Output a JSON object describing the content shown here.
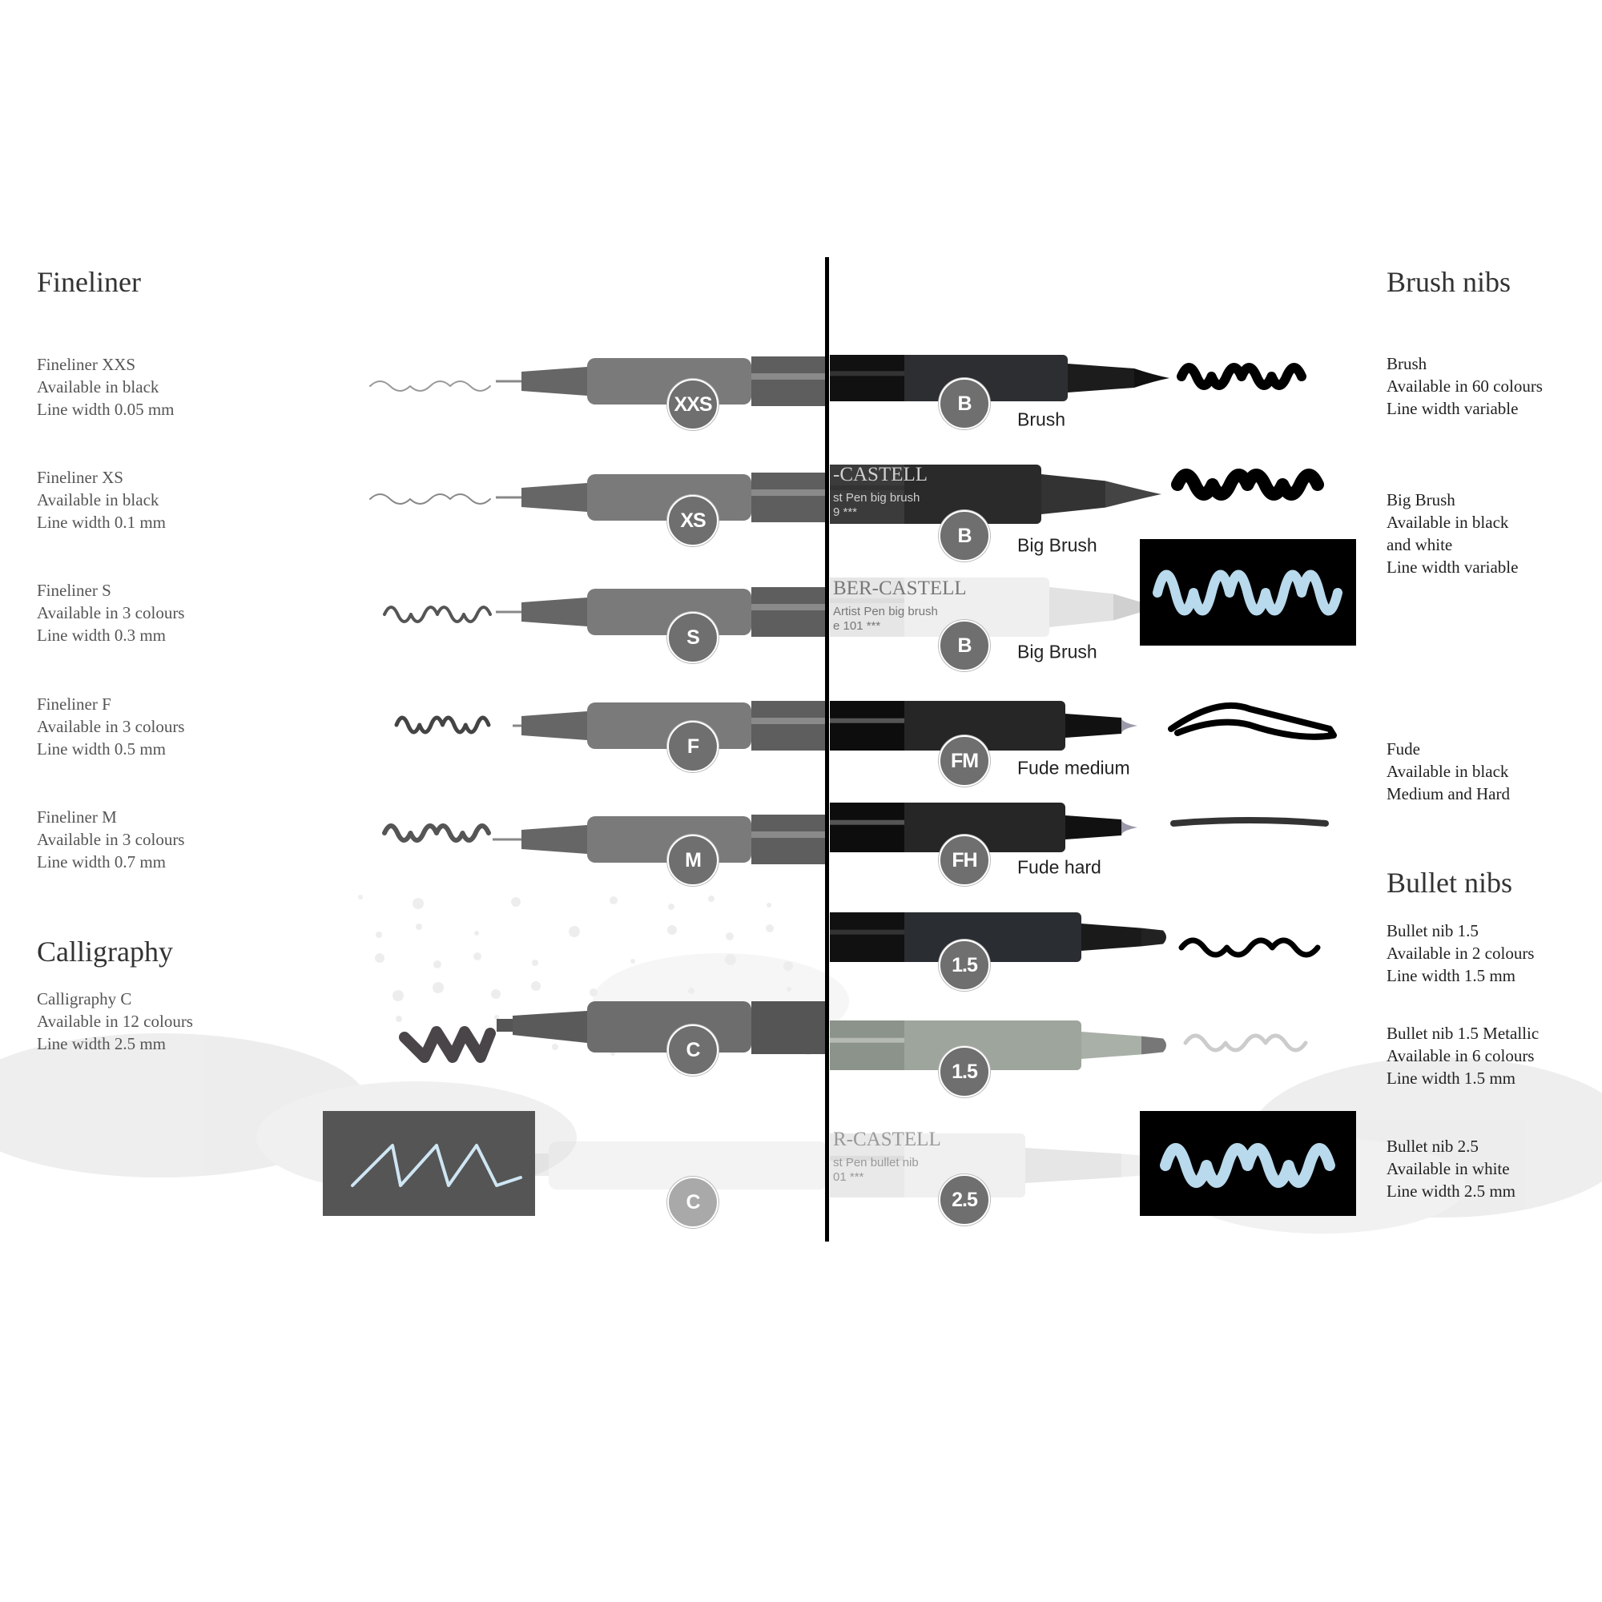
{
  "left": {
    "fineliner_heading": "Fineliner",
    "calligraphy_heading": "Calligraphy",
    "items": [
      {
        "lines": [
          "Fineliner XXS",
          "Available in black",
          "Line width 0.05 mm"
        ],
        "badge": "XXS"
      },
      {
        "lines": [
          "Fineliner XS",
          "Available in black",
          "Line width 0.1 mm"
        ],
        "badge": "XS"
      },
      {
        "lines": [
          "Fineliner S",
          "Available in 3 colours",
          "Line width 0.3 mm"
        ],
        "badge": "S"
      },
      {
        "lines": [
          "Fineliner F",
          "Available in 3 colours",
          "Line width 0.5 mm"
        ],
        "badge": "F"
      },
      {
        "lines": [
          "Fineliner M",
          "Available in 3 colours",
          "Line width 0.7 mm"
        ],
        "badge": "M"
      },
      {
        "lines": [
          "Calligraphy C",
          "Available in 12 colours",
          "Line width 2.5 mm"
        ],
        "badge": "C"
      }
    ],
    "extra_badge": "C"
  },
  "right": {
    "brush_heading": "Brush nibs",
    "bullet_heading": "Bullet nibs",
    "items": [
      {
        "lines": [
          "Brush",
          "Available in 60 colours",
          "Line width variable"
        ]
      },
      {
        "lines": [
          "Big Brush",
          "Available in black",
          "and white",
          "Line width variable"
        ]
      },
      {
        "lines": [
          "Fude",
          "Available in black",
          "Medium and Hard"
        ]
      },
      {
        "lines": [
          "Bullet nib 1.5",
          "Available in 2 colours",
          "Line width 1.5 mm"
        ]
      },
      {
        "lines": [
          "Bullet nib 1.5 Metallic",
          "Available in 6 colours",
          "Line width 1.5 mm"
        ]
      },
      {
        "lines": [
          "Bullet nib 2.5",
          "Available in white",
          "Line width 2.5 mm"
        ]
      }
    ],
    "badges": [
      {
        "badge": "B",
        "label": "Brush"
      },
      {
        "badge": "B",
        "label": "Big Brush"
      },
      {
        "badge": "B",
        "label": "Big Brush"
      },
      {
        "badge": "FM",
        "label": "Fude medium"
      },
      {
        "badge": "FH",
        "label": "Fude hard"
      },
      {
        "badge": "1.5",
        "label": ""
      },
      {
        "badge": "1.5",
        "label": ""
      },
      {
        "badge": "2.5",
        "label": ""
      }
    ]
  },
  "pen_print": {
    "big_brush_black": [
      "-CASTELL",
      "st Pen big brush",
      "9 ***"
    ],
    "big_brush_white": [
      "BER-CASTELL",
      "Artist Pen big brush",
      "e 101 ***"
    ],
    "bullet_white": [
      "R-CASTELL",
      "st Pen bullet nib",
      "01 ***"
    ]
  },
  "colors": {
    "badge": "#6f6f6f",
    "divider": "#000000",
    "white_ink": "#b9d9ec"
  }
}
